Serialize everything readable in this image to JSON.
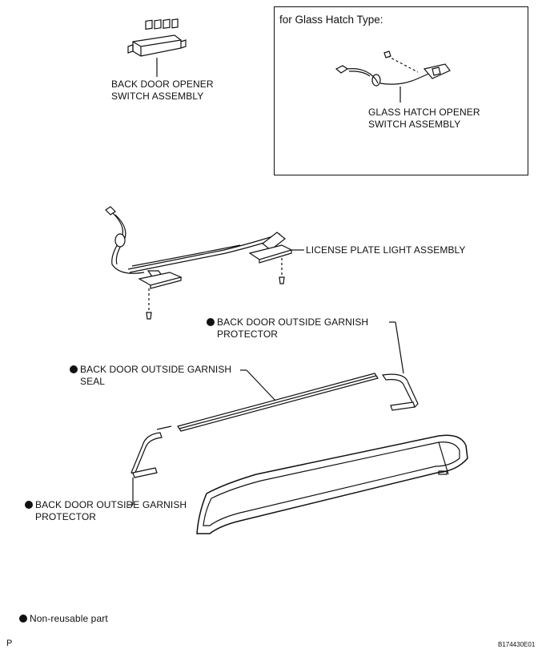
{
  "inset": {
    "title": "for Glass Hatch Type:"
  },
  "labels": {
    "back_door_opener_switch": [
      "BACK DOOR OPENER",
      "SWITCH ASSEMBLY"
    ],
    "glass_hatch_opener_switch": [
      "GLASS HATCH OPENER",
      "SWITCH ASSEMBLY"
    ],
    "license_plate_light": "LICENSE PLATE LIGHT ASSEMBLY",
    "protector_upper": [
      "BACK DOOR OUTSIDE GARNISH",
      "PROTECTOR"
    ],
    "garnish_seal": [
      "BACK DOOR OUTSIDE GARNISH",
      "SEAL"
    ],
    "protector_lower": [
      "BACK DOOR OUTSIDE GARNISH",
      "PROTECTOR"
    ]
  },
  "legend": {
    "non_reusable": "Non-reusable part"
  },
  "footer": {
    "left_code": "P",
    "figure_id": "B174430E01"
  },
  "icons": [
    "non-reusable-bullet-icon"
  ]
}
